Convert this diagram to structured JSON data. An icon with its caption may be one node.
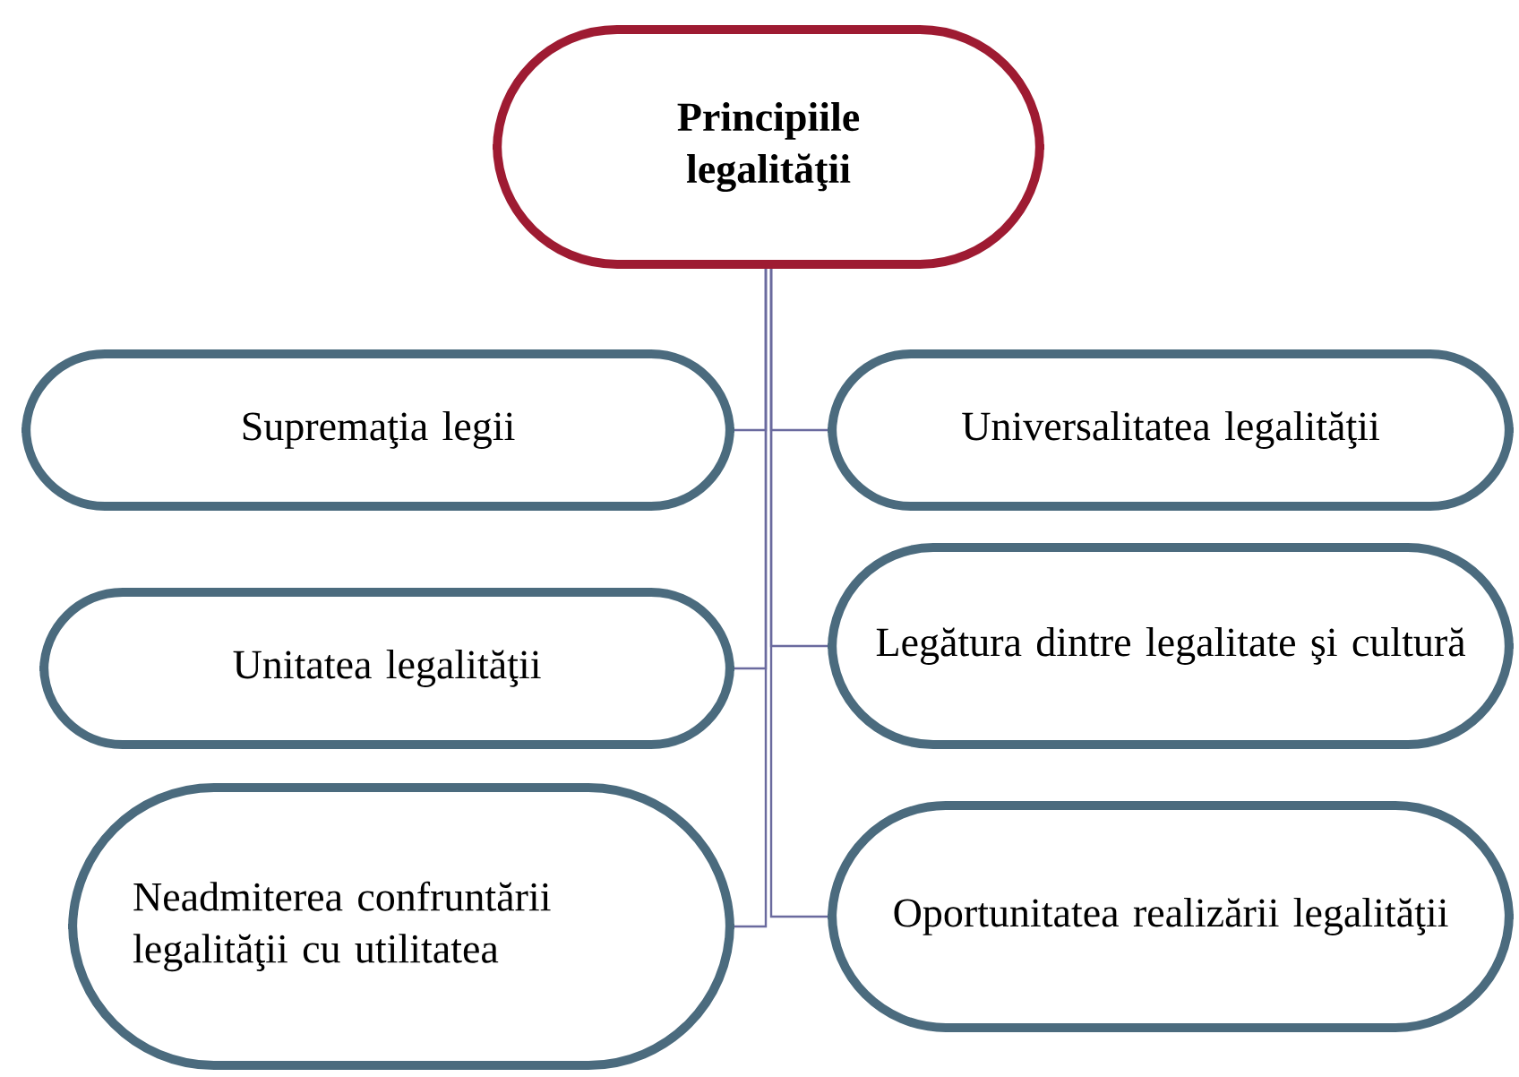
{
  "diagram": {
    "nodes": [
      {
        "text": [
          "Principiile legalităţii"
        ]
      },
      {
        "text": [
          "Supremaţia legii"
        ]
      },
      {
        "text": [
          "Universalitatea legalităţii"
        ]
      },
      {
        "text": [
          "Unitatea legalităţii"
        ]
      },
      {
        "text": [
          "Legătura dintre legalitate şi cultură"
        ]
      },
      {
        "text": [
          "Neadmiterea confruntării legalităţii cu utilitatea"
        ]
      },
      {
        "text": [
          "Oportunitatea realizării legalităţii"
        ]
      }
    ],
    "edges": [
      {
        "from": 0,
        "to": 1,
        "arrow": "none"
      },
      {
        "from": 0,
        "to": 2,
        "arrow": "none"
      },
      {
        "from": 0,
        "to": 3,
        "arrow": "none"
      },
      {
        "from": 0,
        "to": 4,
        "arrow": "none"
      },
      {
        "from": 0,
        "to": 5,
        "arrow": "none"
      },
      {
        "from": 0,
        "to": 6,
        "arrow": "none"
      }
    ]
  }
}
